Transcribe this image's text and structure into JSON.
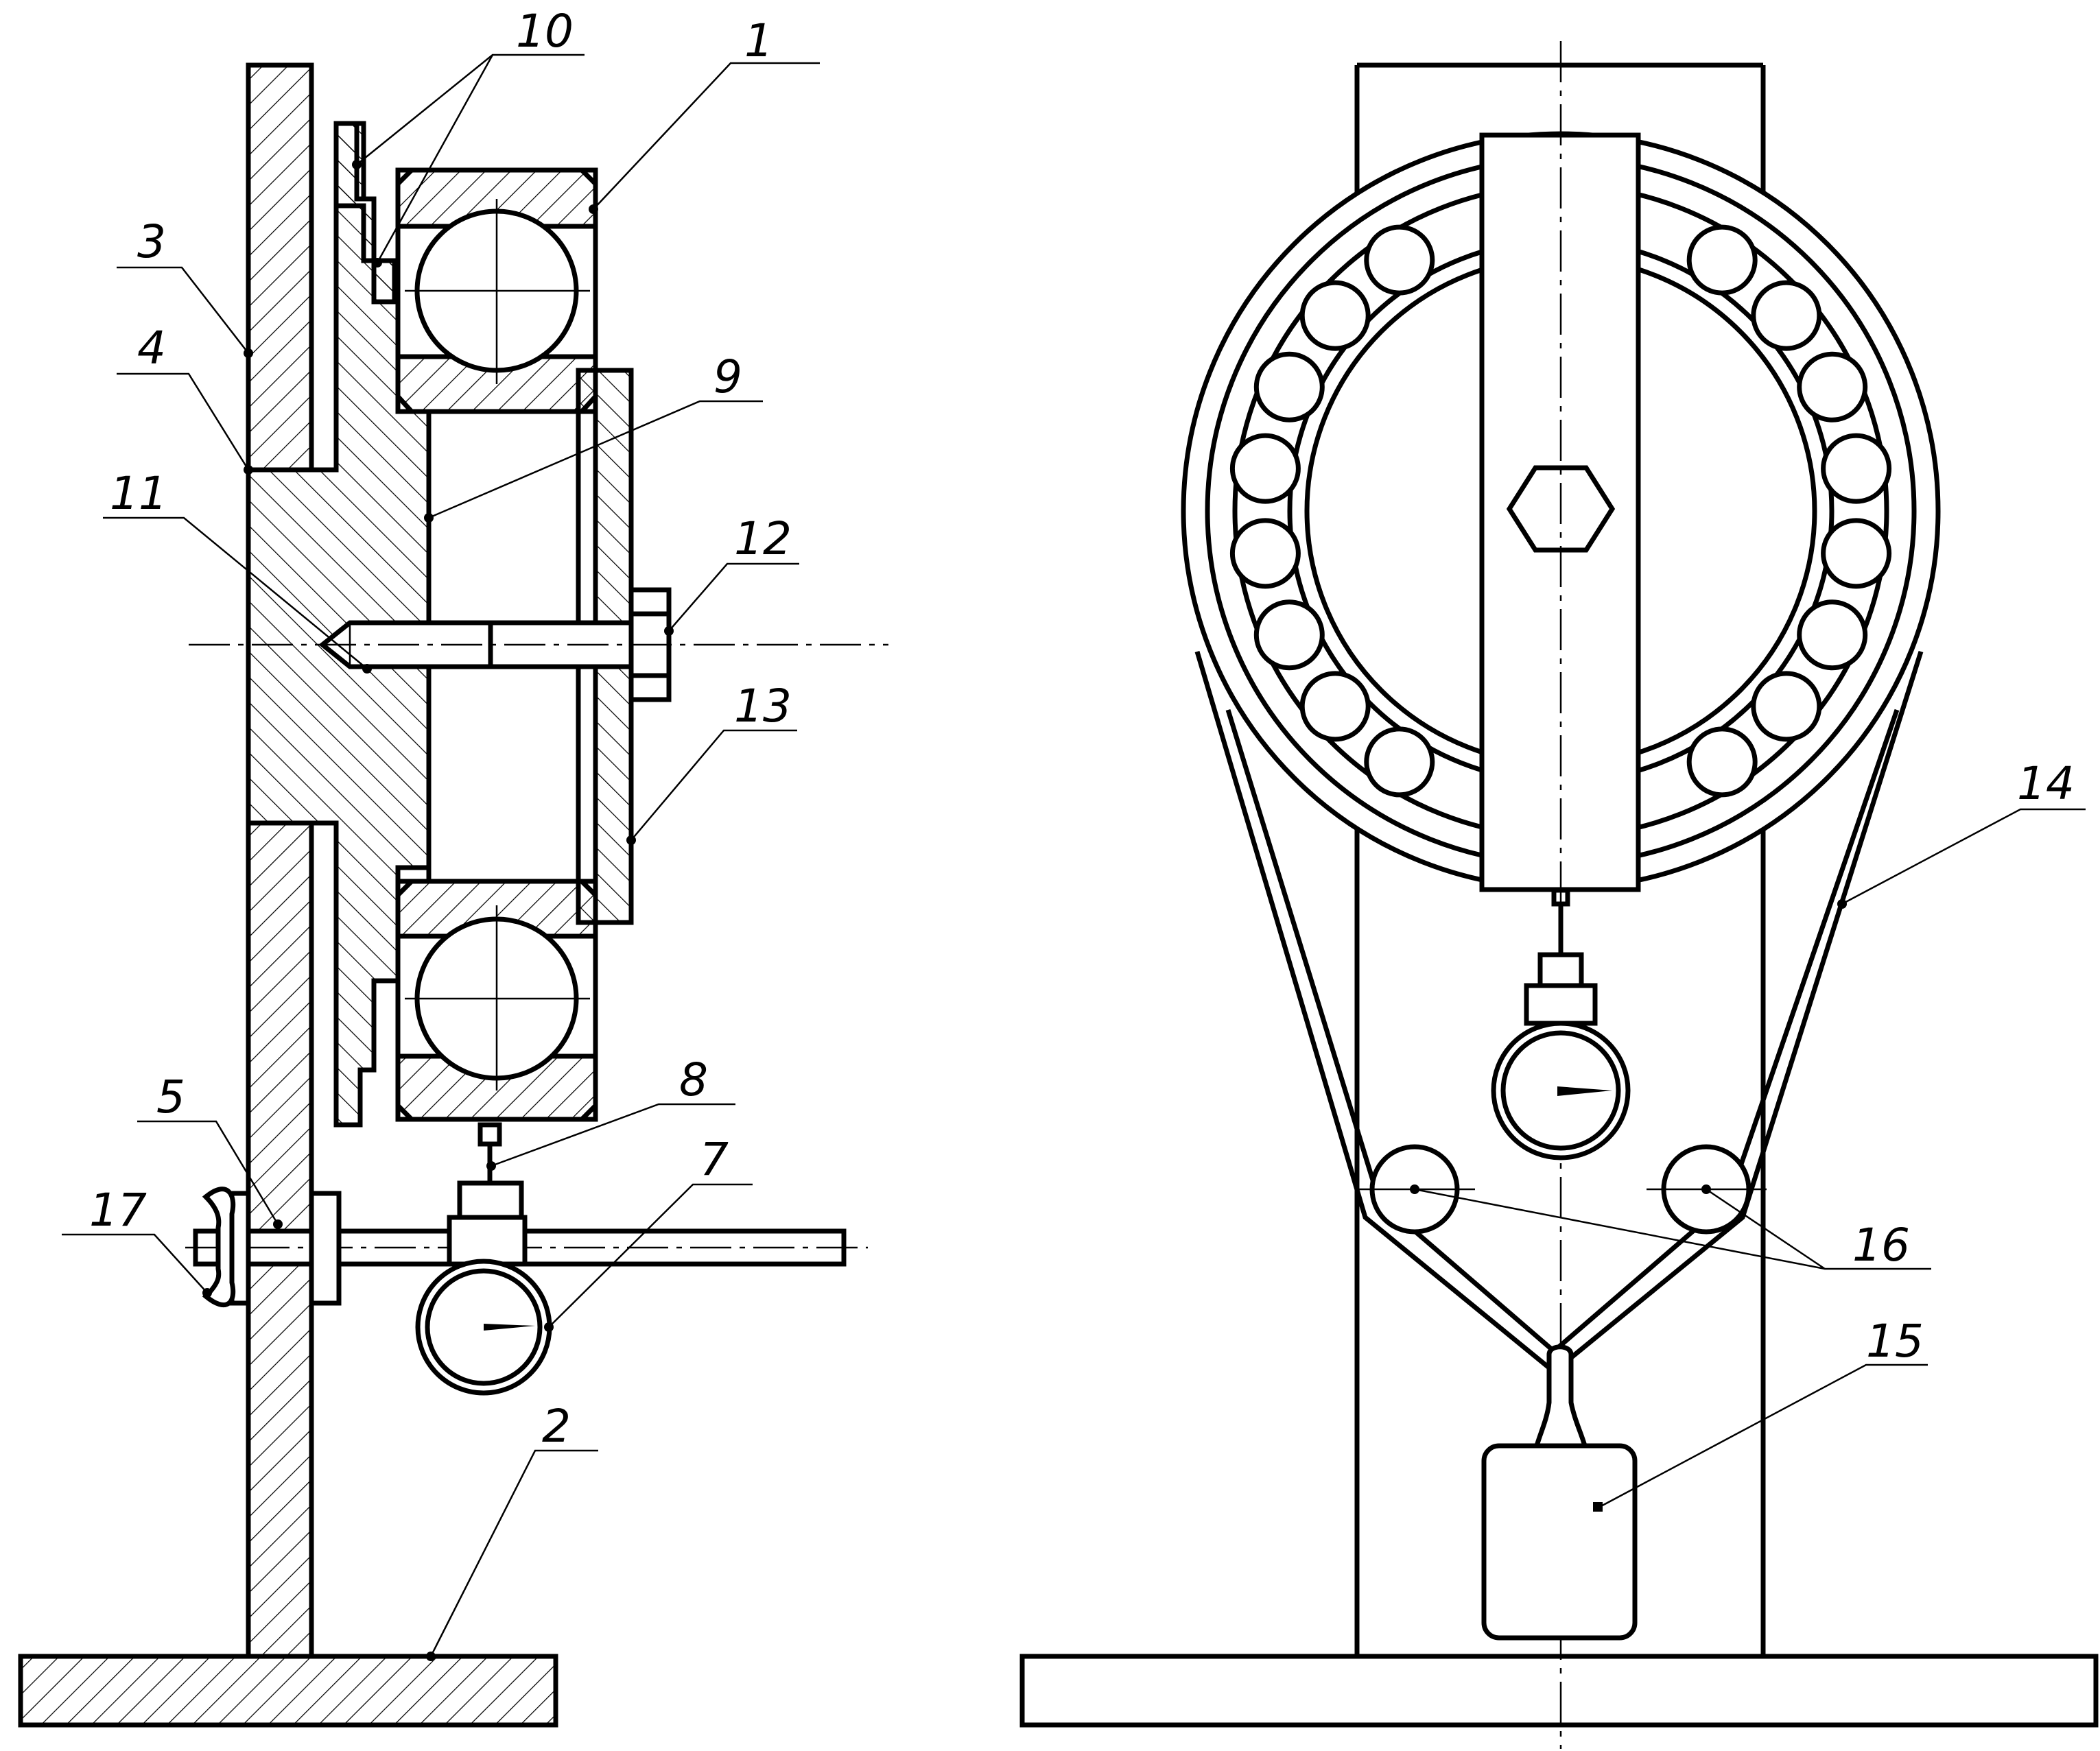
{
  "diagram": {
    "labels": [
      "1",
      "2",
      "3",
      "4",
      "5",
      "7",
      "8",
      "9",
      "10",
      "11",
      "12",
      "13",
      "14",
      "15",
      "16",
      "17"
    ]
  }
}
